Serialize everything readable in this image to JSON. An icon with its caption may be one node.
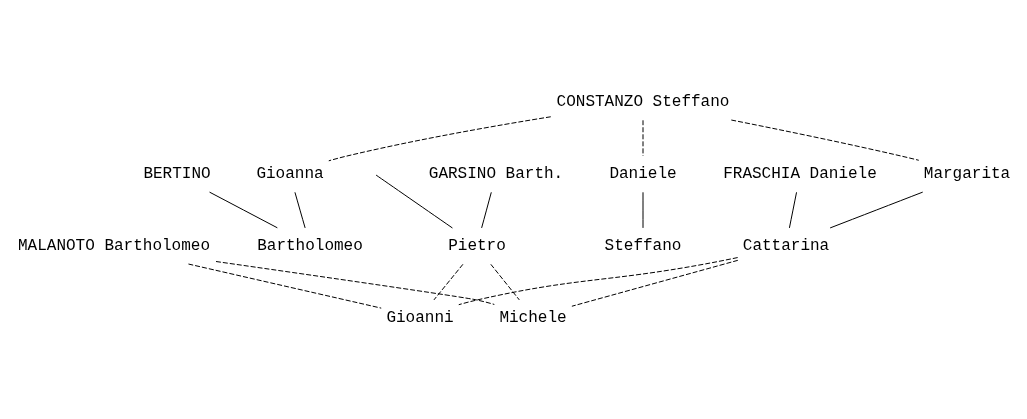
{
  "diagram": {
    "nodes": [
      {
        "text": [
          "CONSTANZO Steffano"
        ]
      },
      {
        "text": [
          "GARSINO Barth."
        ]
      },
      {
        "text": [
          "FRASCHIA Daniele"
        ]
      },
      {
        "text": [
          "Margarita"
        ]
      },
      {
        "text": [
          "Daniele"
        ]
      },
      {
        "text": [
          "Gioanna"
        ]
      },
      {
        "text": [
          "BERTINO"
        ]
      },
      {
        "text": [
          "Steffano"
        ]
      },
      {
        "text": [
          "Bartholomeo"
        ]
      },
      {
        "text": [
          "Pietro"
        ]
      },
      {
        "text": [
          "Cattarina"
        ]
      },
      {
        "text": [
          "MALANOTO Bartholomeo"
        ]
      },
      {
        "text": [
          "Gioanni"
        ]
      },
      {
        "text": [
          "Michele"
        ]
      }
    ],
    "edges": [
      {
        "from": 0,
        "to": 3,
        "arrow": "none",
        "style": "dashed"
      },
      {
        "from": 0,
        "to": 4,
        "arrow": "none",
        "style": "dashed"
      },
      {
        "from": 0,
        "to": 5,
        "arrow": "none",
        "style": "dashed"
      },
      {
        "from": null,
        "to": 9,
        "arrow": "none"
      },
      {
        "from": 1,
        "to": 9,
        "arrow": "none"
      },
      {
        "from": 2,
        "to": 10,
        "arrow": "none"
      },
      {
        "from": 3,
        "to": 10,
        "arrow": "none"
      },
      {
        "from": 4,
        "to": 7,
        "arrow": "none"
      },
      {
        "from": 5,
        "to": 8,
        "arrow": "none"
      },
      {
        "from": 6,
        "to": 8,
        "arrow": "none"
      },
      {
        "from": 9,
        "to": 12,
        "arrow": "none",
        "style": "dashed"
      },
      {
        "from": 9,
        "to": 13,
        "arrow": "none",
        "style": "dashed"
      },
      {
        "from": 10,
        "to": 12,
        "arrow": "none",
        "style": "dashed"
      },
      {
        "from": 10,
        "to": 13,
        "arrow": "none",
        "style": "dashed"
      },
      {
        "from": 11,
        "to": 12,
        "arrow": "none",
        "style": "dashed"
      },
      {
        "from": 11,
        "to": 13,
        "arrow": "none",
        "style": "dashed"
      }
    ]
  }
}
